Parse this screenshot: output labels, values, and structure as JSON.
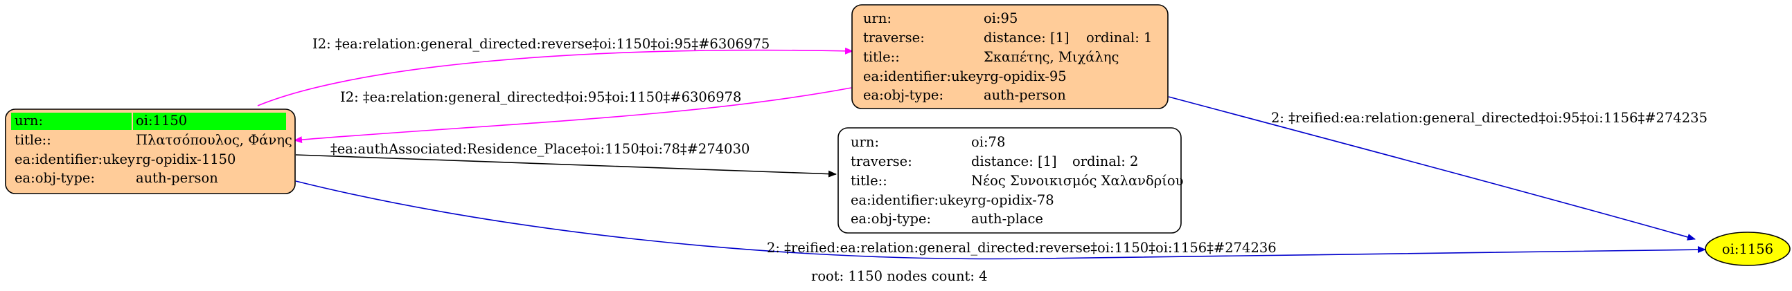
{
  "colors": {
    "node_fill": "#ffcc99",
    "root_highlight": "#00ff00",
    "target_fill": "#ffff00",
    "edge_magenta": "#ff00ff",
    "edge_blue": "#0000cc",
    "edge_black": "#000000"
  },
  "nodes": {
    "root": {
      "rows": [
        {
          "key": "urn:",
          "value": "oi:1150"
        },
        {
          "key": "title::",
          "value": "Πλατσόπουλος, Φάνης"
        },
        {
          "key": "ea:identifier:ukey",
          "value": "rg-opidix-1150"
        },
        {
          "key": "ea:obj-type:",
          "value": "auth-person"
        }
      ]
    },
    "person95": {
      "rows": [
        {
          "key": "urn:",
          "value": "oi:95",
          "extra": ""
        },
        {
          "key": "traverse:",
          "value": "distance: [1]",
          "extra": "ordinal: 1"
        },
        {
          "key": "title::",
          "value": "Σκαπέτης, Μιχάλης",
          "extra": ""
        },
        {
          "key": "ea:identifier:ukey",
          "value": "rg-opidix-95",
          "extra": ""
        },
        {
          "key": "ea:obj-type:",
          "value": "auth-person",
          "extra": ""
        }
      ]
    },
    "place78": {
      "rows": [
        {
          "key": "urn:",
          "value": "oi:78",
          "extra": ""
        },
        {
          "key": "traverse:",
          "value": "distance: [1]",
          "extra": "ordinal: 2"
        },
        {
          "key": "title::",
          "value": "Νέος Συνοικισμός Χαλανδρίου",
          "extra": ""
        },
        {
          "key": "ea:identifier:ukey",
          "value": "rg-opidix-78",
          "extra": ""
        },
        {
          "key": "ea:obj-type:",
          "value": "auth-place",
          "extra": ""
        }
      ]
    },
    "target": {
      "label": "oi:1156"
    }
  },
  "edges": {
    "rev_to_95": "I2: ‡ea:relation:general_directed:reverse‡oi:1150‡oi:95‡#6306975",
    "from_95": "I2: ‡ea:relation:general_directed‡oi:95‡oi:1150‡#6306978",
    "residence": "‡ea:authAssociated:Residence_Place‡oi:1150‡oi:78‡#274030",
    "reified_95": "2: ‡reified:ea:relation:general_directed‡oi:95‡oi:1156‡#274235",
    "reified_rev": "2: ‡reified:ea:relation:general_directed:reverse‡oi:1150‡oi:1156‡#274236"
  },
  "footer": "root: 1150 nodes count: 4"
}
